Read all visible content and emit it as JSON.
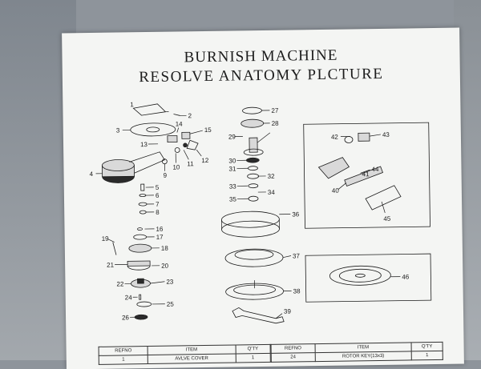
{
  "document": {
    "title_line1": "BURNISH MACHINE",
    "title_line2": "RESOLVE ANATOMY PLCTURE"
  },
  "callouts": [
    "1",
    "2",
    "3",
    "4",
    "5",
    "6",
    "7",
    "8",
    "9",
    "10",
    "11",
    "12",
    "13",
    "14",
    "15",
    "16",
    "17",
    "18",
    "19",
    "20",
    "21",
    "22",
    "23",
    "24",
    "25",
    "26",
    "27",
    "28",
    "29",
    "30",
    "31",
    "32",
    "33",
    "34",
    "35",
    "36",
    "37",
    "38",
    "39",
    "40",
    "41",
    "42",
    "43",
    "44",
    "45",
    "46"
  ],
  "table_left": {
    "headers": [
      "REFNO",
      "ITEM",
      "Q'TY"
    ],
    "rows": [
      [
        "1",
        "AVLVE COVER",
        "1"
      ]
    ]
  },
  "table_right": {
    "headers": [
      "REFNO",
      "ITEM",
      "Q'TY"
    ],
    "rows": [
      [
        "24",
        "ROTOR KEY(13x3)",
        "1"
      ]
    ]
  }
}
